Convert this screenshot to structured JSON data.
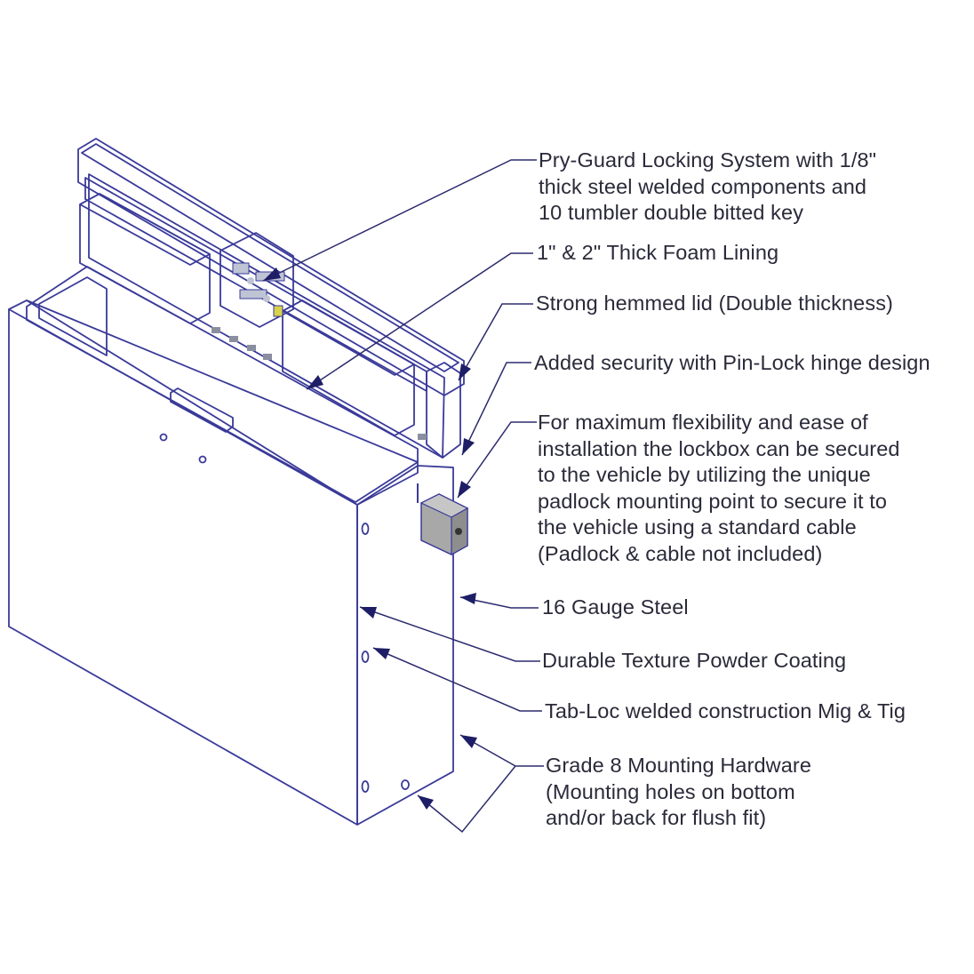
{
  "callouts": [
    {
      "id": "pry-guard",
      "text": "Pry-Guard Locking System with 1/8\"\nthick steel welded components and\n10 tumbler double bitted key"
    },
    {
      "id": "foam",
      "text": "1\" & 2\" Thick Foam Lining"
    },
    {
      "id": "lid",
      "text": "Strong hemmed lid (Double thickness)"
    },
    {
      "id": "hinge",
      "text": "Added security with Pin-Lock hinge design"
    },
    {
      "id": "padlock",
      "text": "For maximum flexibility and ease of\ninstallation the lockbox can be secured\nto the vehicle by utilizing the unique\npadlock mounting point to secure it to\nthe vehicle using a standard cable\n(Padlock & cable not included)"
    },
    {
      "id": "gauge",
      "text": "16 Gauge Steel"
    },
    {
      "id": "coating",
      "text": "Durable Texture Powder Coating"
    },
    {
      "id": "tabloc",
      "text": "Tab-Loc welded construction Mig & Tig"
    },
    {
      "id": "hardware",
      "text": "Grade 8 Mounting Hardware\n(Mounting holes on bottom\nand/or back for flush fit)"
    }
  ],
  "colors": {
    "box_body": "#000000",
    "box_edge": "#3a3a9a",
    "foam_block": "#3c4150",
    "interior": "#1b1d26",
    "padlock_bracket": "#a8a8a8",
    "leader_line": "#2b2b6e",
    "text": "#2a2a3a"
  }
}
